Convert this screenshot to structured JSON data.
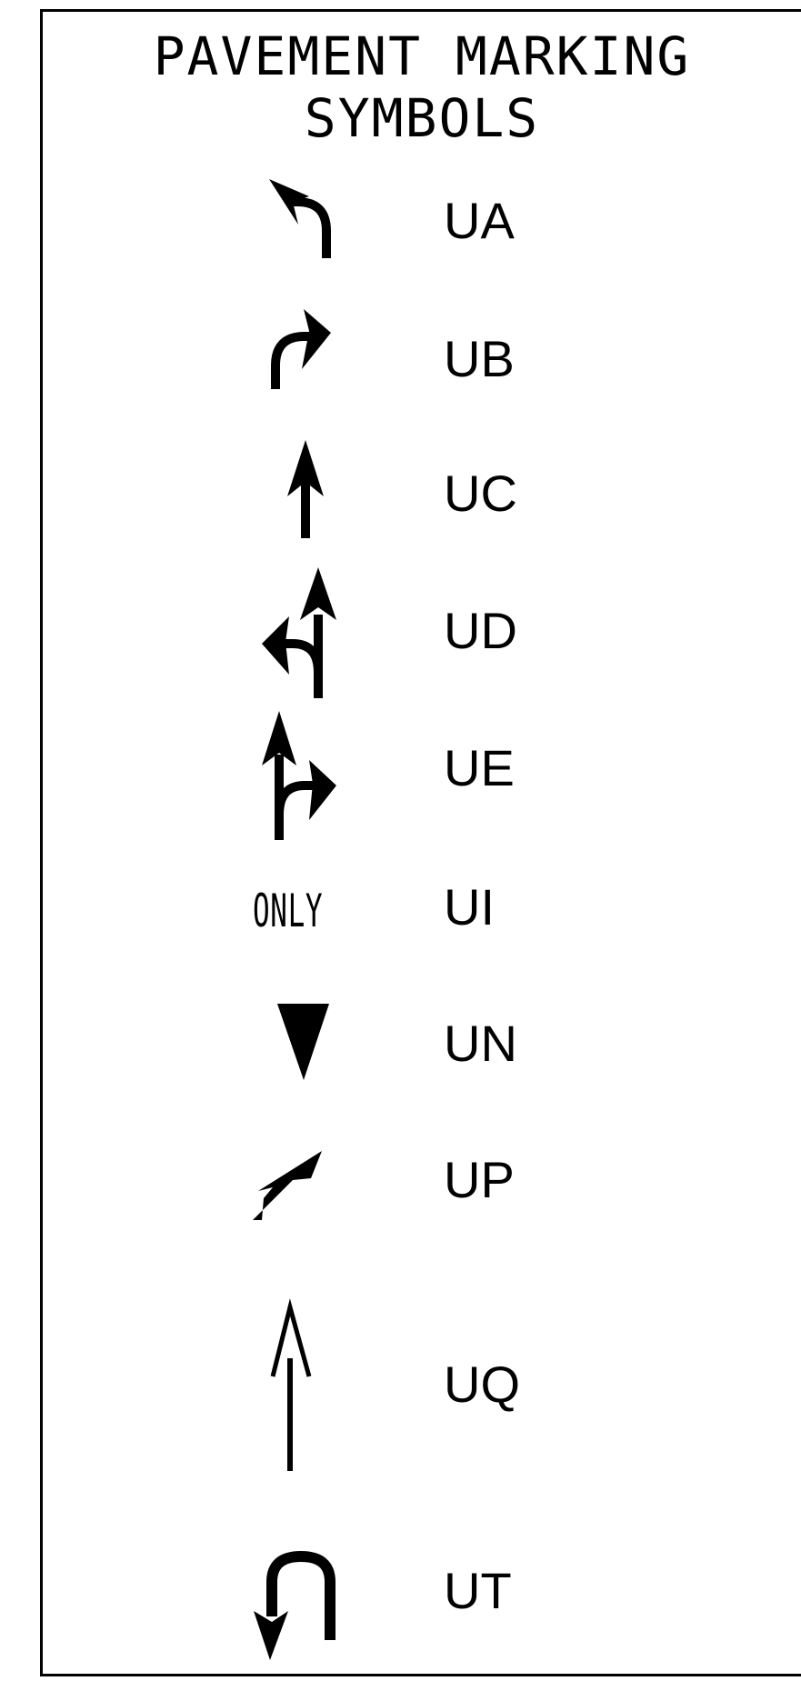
{
  "title": {
    "line1": "PAVEMENT MARKING",
    "line2": "SYMBOLS"
  },
  "symbols": [
    {
      "code": "UA",
      "icon": "left-turn-arrow-icon"
    },
    {
      "code": "UB",
      "icon": "right-turn-arrow-icon"
    },
    {
      "code": "UC",
      "icon": "straight-arrow-icon"
    },
    {
      "code": "UD",
      "icon": "left-and-straight-arrow-icon"
    },
    {
      "code": "UE",
      "icon": "straight-and-right-arrow-icon"
    },
    {
      "code": "UI",
      "icon": "only-word-marking",
      "marking_text": "ONLY"
    },
    {
      "code": "UN",
      "icon": "yield-triangle-icon"
    },
    {
      "code": "UP",
      "icon": "diagonal-lane-reduction-arrow-icon"
    },
    {
      "code": "UQ",
      "icon": "elongated-straight-arrow-icon"
    },
    {
      "code": "UT",
      "icon": "u-turn-arrow-icon"
    }
  ]
}
